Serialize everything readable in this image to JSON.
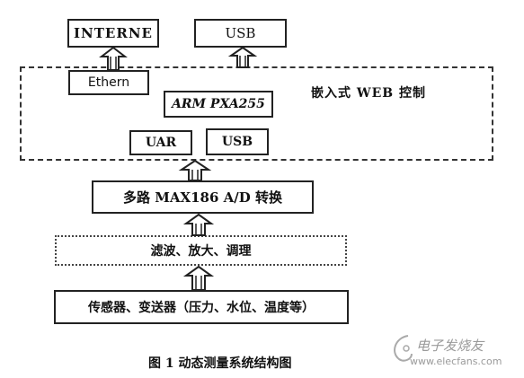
{
  "nodes": {
    "internet": "INTERNE",
    "usb_top": "USB",
    "ethernet": "Ethern",
    "arm": "ARM PXA255",
    "uart": "UAR",
    "usb_inner": "USB",
    "web_label": "嵌入式 WEB 控制",
    "adc": "多路 MAX186 A/D 转换",
    "filter": "滤波、放大、调理",
    "sensors": "传感器、变送器（压力、水位、温度等）"
  },
  "caption": "图 1    动态测量系统结构图",
  "watermark": {
    "text": "电子发烧友",
    "url": "www.elecfans.com"
  }
}
